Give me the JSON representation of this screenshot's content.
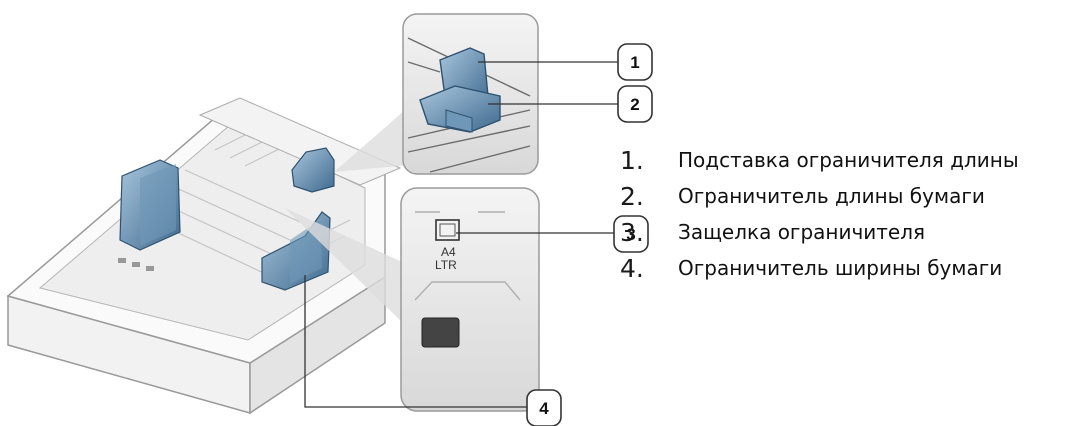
{
  "callouts": [
    {
      "number": "1"
    },
    {
      "number": "2"
    },
    {
      "number": "3"
    },
    {
      "number": "4"
    }
  ],
  "legend": [
    {
      "number": "1.",
      "text": "Подставка ограничителя длины"
    },
    {
      "number": "2.",
      "text": "Ограничитель длины бумаги"
    },
    {
      "number": "3.",
      "text": "Защелка ограничителя"
    },
    {
      "number": "4.",
      "text": "Ограничитель ширины бумаги"
    }
  ],
  "detail_labels": {
    "size_line_1": "A4",
    "size_line_2": "LTR"
  },
  "colors": {
    "guide_blue": "#4f7a9e",
    "guide_blue_light": "#8fb2cf",
    "tray_fill": "#f7f7f7",
    "tray_stroke": "#9a9a9a",
    "inset_bg": "#e6e6e6",
    "line": "#333333"
  }
}
